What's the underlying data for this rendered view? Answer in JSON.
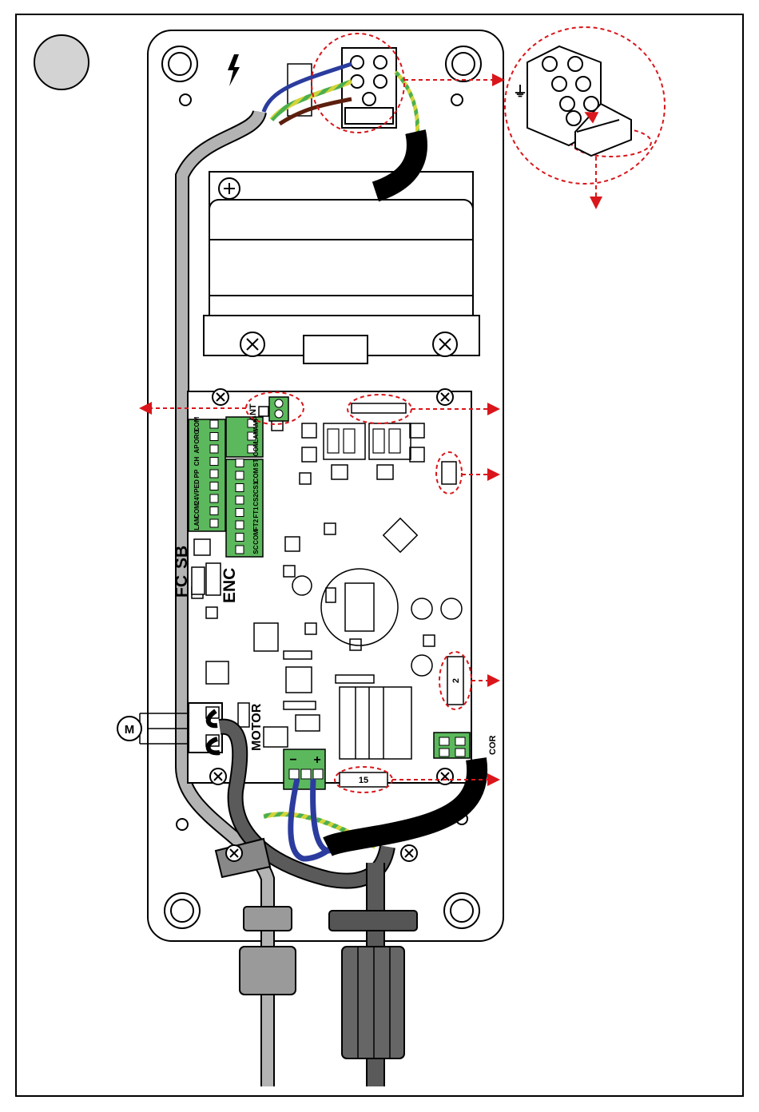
{
  "labels": {
    "fc": "FC",
    "sb": "SB",
    "enc": "ENC",
    "motor": "MOTOR",
    "motor_symbol": "M",
    "cor": "COR",
    "ant": "ANT",
    "minus": "−",
    "plus": "+",
    "callout_2": "2",
    "callout_15": "15",
    "earth_symbol": "⏚"
  },
  "terminal_left": [
    "LAM",
    "COM",
    "24V",
    "PED",
    "PP",
    "CH",
    "AP",
    "ORO",
    "COM"
  ],
  "terminal_mid_top": [
    "COM",
    "LAM",
    "AMP"
  ],
  "terminal_mid_bottom": [
    "SC",
    "COM",
    "FT2",
    "FT1",
    "CS2",
    "CS1",
    "COM",
    "ST"
  ],
  "colors": {
    "arrow": "#d9161b",
    "terminal_green": "#5cb85c",
    "cable_grey": "#b3b3b3",
    "cable_dark": "#5a5a5a",
    "wire_blue": "#2b3c9e",
    "wire_brown": "#5c1f0e",
    "wire_yellow_green": "#c8c832"
  }
}
